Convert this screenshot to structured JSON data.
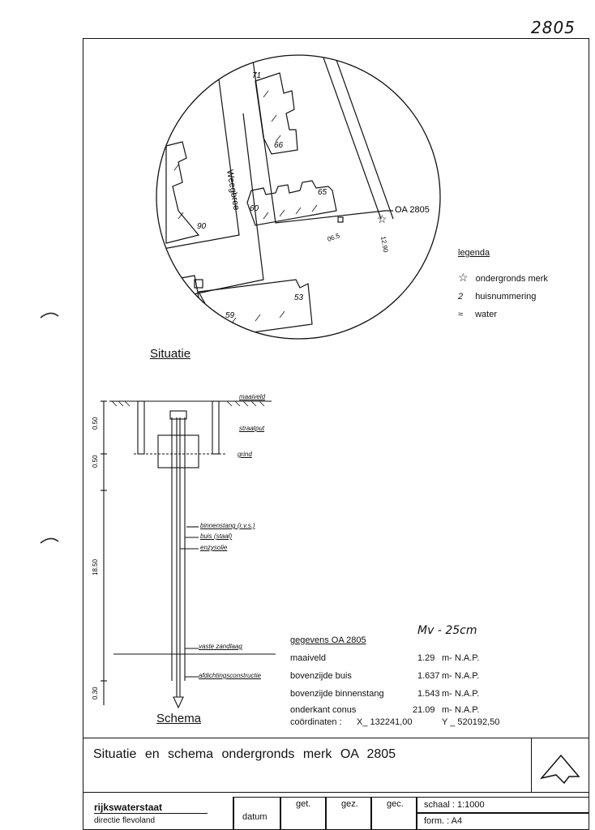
{
  "sheet_number": "2805",
  "map": {
    "street": "Weegbree",
    "house_numbers": [
      "71",
      "66",
      "65",
      "60",
      "90",
      "59",
      "53"
    ],
    "mark_label": "OA 2805",
    "dim_a": "12.90",
    "dim_b": "06.5"
  },
  "legend": {
    "title": "legenda",
    "items": [
      {
        "symbol": "☆",
        "label": "ondergronds merk"
      },
      {
        "symbol": "2",
        "label": "huisnummering"
      },
      {
        "symbol": "≈",
        "label": "water"
      }
    ]
  },
  "situatie_title": "Situatie",
  "schema": {
    "title": "Schema",
    "labels": {
      "maaiveld": "maaiveld",
      "straatput": "straatput",
      "grind": "grind",
      "binnenstang": "binnenstang (r.v.s.)",
      "buis": "buis (staal)",
      "enzysolie": "enzysolie",
      "vaste_zandlaag": "vaste zandlaag",
      "afdichting": "afdichtingsconstructie"
    },
    "dims": [
      "0.50",
      "0.50",
      "18.50",
      "0.30"
    ]
  },
  "data_box": {
    "handnote": "Mv - 25cm",
    "title": "gegevens OA 2805",
    "rows": [
      {
        "label": "maaiveld",
        "value": "1.29",
        "unit": "m- N.A.P."
      },
      {
        "label": "bovenzijde buis",
        "value": "1.637",
        "unit": "m- N.A.P."
      },
      {
        "label": "bovenzijde binnenstang",
        "value": "1.543",
        "unit": "m- N.A.P."
      },
      {
        "label": "onderkant conus",
        "value": "21.09",
        "unit": "m- N.A.P."
      }
    ],
    "coordinates_label": "coördinaten :",
    "x": "X_ 132241,00",
    "y": "Y _ 520192,50"
  },
  "title_block": {
    "title": "Situatie en schema ondergronds merk OA 2805",
    "org": "rijkswaterstaat",
    "dept": "directie flevoland",
    "datum": "datum",
    "get": "get.",
    "gez": "gez.",
    "gec": "gec.",
    "schaal": "schaal : 1:1000",
    "form": "form. : A4"
  }
}
